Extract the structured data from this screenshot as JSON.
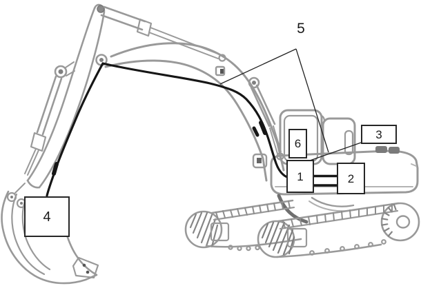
{
  "figure": {
    "type": "line-drawing",
    "subject": "Excavator hydraulic hose routing diagram",
    "background_color": "#ffffff",
    "line_art_color": "#999999",
    "hose_color": "#161616",
    "callout_border_color": "#262626",
    "callout_text_color": "#1a1a1a"
  },
  "callouts": [
    {
      "id": 1,
      "label": "1"
    },
    {
      "id": 2,
      "label": "2"
    },
    {
      "id": 3,
      "label": "3"
    },
    {
      "id": 4,
      "label": "4"
    },
    {
      "id": 5,
      "label": "5"
    },
    {
      "id": 6,
      "label": "6"
    }
  ],
  "parts": [
    "boom",
    "stick",
    "bucket",
    "stick-cylinder",
    "bucket-cylinder",
    "boom-cylinder",
    "cab",
    "body-deck",
    "engine-hood",
    "far-track",
    "near-track",
    "hydraulic-hose"
  ]
}
